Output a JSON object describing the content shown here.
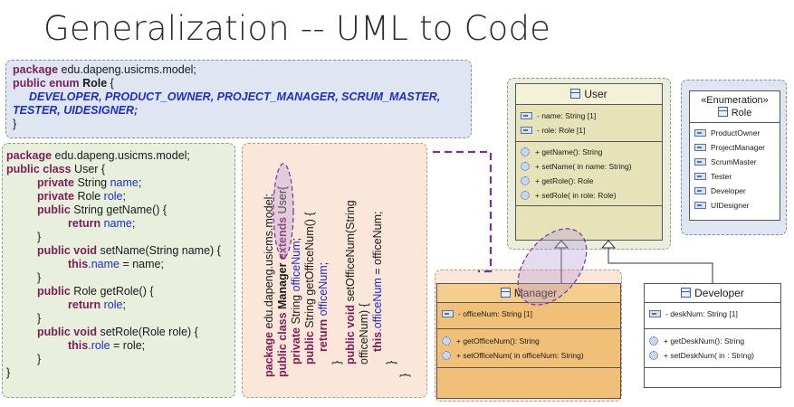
{
  "title": "Generalization -- UML to Code",
  "enum_code": {
    "line1_kw": "package",
    "line1_rest": " edu.dapeng.usicms.model;",
    "line2_kw": "public enum",
    "line2_name": " Role",
    "line2_brace": " {",
    "values_line1": "DEVELOPER, PRODUCT_OWNER, PROJECT_MANAGER,   SCRUM_MASTER,",
    "values_line2": "TESTER, UIDESIGNER;",
    "close": "}"
  },
  "user_code": {
    "pkg_kw": "package",
    "pkg_rest": " edu.dapeng.usicms.model;",
    "cls_kw": "public class",
    "cls_name": " User {",
    "f1_kw": "private",
    "f1_type": " String ",
    "f1_name": "name",
    "f1_end": ";",
    "f2_kw": "private",
    "f2_type": " Role ",
    "f2_name": "role",
    "f2_end": ";",
    "m1_kw": "public",
    "m1_sig": " String getName() {",
    "m1_ret_kw": "return",
    "m1_ret_val": " name",
    "m1_ret_end": ";",
    "close_m": "}",
    "m2_kw": "public void",
    "m2_sig": " setName(String name) {",
    "m2_this": "this",
    "m2_field": ".name",
    "m2_rest": " = name;",
    "m3_kw": "public",
    "m3_sig": " Role getRole() {",
    "m3_ret_kw": "return",
    "m3_ret_val": " role",
    "m3_ret_end": ";",
    "m4_kw": "public void",
    "m4_sig": " setRole(Role role) {",
    "m4_this": "this",
    "m4_field": ".role",
    "m4_rest": " = role;",
    "close_cls": "}"
  },
  "manager_code": {
    "pkg_kw": "package",
    "pkg_rest": " edu.dapeng.usicms.model;",
    "cls_kw": "public class",
    "cls_name": " Manager ",
    "ext_kw": "extends",
    "ext_name": " User{",
    "f_kw": "private",
    "f_type": " String ",
    "f_name": "officeNum",
    "f_end": ";",
    "g_kw": "public",
    "g_sig": " String getOfficeNum() {",
    "g_ret_kw": "return",
    "g_ret_val": " officeNum",
    "g_ret_end": ";",
    "close_m": "}",
    "s_kw": "public void",
    "s_sig": " setOfficeNum(String",
    "s_sig2": "officeNum) {",
    "s_this": "this",
    "s_field": ".officeNum",
    "s_rest": " = officeNum;",
    "close_cls": "}"
  },
  "uml_user": {
    "name": "User",
    "attrs": [
      "- name: String [1]",
      "- role: Role [1]"
    ],
    "ops": [
      "+ getName(): String",
      "+ setName(  in name: String)",
      "+ getRole(): Role",
      "+ setRole(  in role: Role)"
    ]
  },
  "uml_enum": {
    "stereotype": "«Enumeration»",
    "name": "Role",
    "literals": [
      "ProductOwner",
      "ProjectManager",
      "ScrumMaster",
      "Tester",
      "Developer",
      "UIDesigner"
    ]
  },
  "uml_manager": {
    "name": "Manager",
    "attrs": [
      "- officeNum: String [1]"
    ],
    "ops": [
      "+ getOfficeNum(): String",
      "+ setOfficeNum(  in officeNum: String)"
    ]
  },
  "uml_developer": {
    "name": "Developer",
    "attrs": [
      "- deskNum: String [1]"
    ],
    "ops": [
      "+ getDeskNum(): String",
      "+ setDeskNum(  in : String)"
    ]
  },
  "colors": {
    "keyword": "#7b1e57",
    "identifier": "#1d2ec8",
    "connector": "#7a2ea0",
    "highlight": "#b59bd6"
  }
}
